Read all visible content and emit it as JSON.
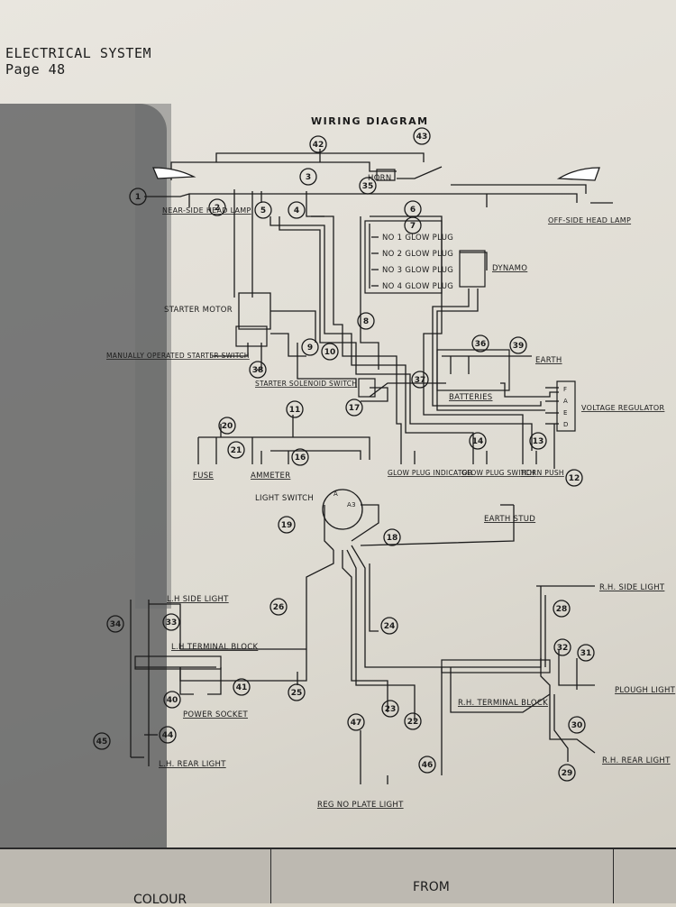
{
  "header": {
    "section": "ELECTRICAL SYSTEM",
    "page": "Page 48"
  },
  "diagram": {
    "title": "WIRING DIAGRAM",
    "labels": {
      "horn": "HORN",
      "near_side_head_lamp": "NEAR-SIDE HEAD LAMP",
      "off_side_head_lamp": "OFF-SIDE HEAD LAMP",
      "glow_plug_1": "NO 1 GLOW PLUG",
      "glow_plug_2": "NO 2 GLOW PLUG",
      "glow_plug_3": "NO 3 GLOW PLUG",
      "glow_plug_4": "NO 4 GLOW PLUG",
      "dynamo": "DYNAMO",
      "starter_motor": "STARTER MOTOR",
      "manually_operated_starter_switch": "MANUALLY OPERATED STARTER SWITCH",
      "starter_solenoid_switch": "STARTER SOLENOID SWITCH",
      "batteries": "BATTERIES",
      "earth": "EARTH",
      "voltage_regulator": "VOLTAGE REGULATOR",
      "fuse": "FUSE",
      "ammeter": "AMMETER",
      "glow_plug_indicator": "GLOW PLUG INDICATOR",
      "glow_plug_switch": "GLOW PLUG SWITCH",
      "horn_push": "HORN PUSH",
      "light_switch": "LIGHT SWITCH",
      "earth_stud": "EARTH STUD",
      "lh_side_light": "L.H SIDE LIGHT",
      "lh_terminal_block": "L.H TERMINAL BLOCK",
      "power_socket": "POWER SOCKET",
      "lh_rear_light": "L.H. REAR LIGHT",
      "rh_side_light": "R.H. SIDE LIGHT",
      "plough_light": "PLOUGH LIGHT",
      "rh_terminal_block": "R.H. TERMINAL BLOCK",
      "rh_rear_light": "R.H. REAR LIGHT",
      "reg_no_plate_light": "REG NO PLATE LIGHT"
    },
    "callouts": [
      "1",
      "2",
      "3",
      "4",
      "5",
      "6",
      "7",
      "8",
      "9",
      "10",
      "11",
      "12",
      "13",
      "14",
      "16",
      "17",
      "18",
      "19",
      "20",
      "21",
      "22",
      "23",
      "24",
      "25",
      "26",
      "28",
      "29",
      "30",
      "31",
      "32",
      "33",
      "34",
      "35",
      "36",
      "37",
      "38",
      "39",
      "40",
      "41",
      "42",
      "43",
      "44",
      "45",
      "46",
      "47"
    ],
    "regulator_terminals": [
      "F",
      "A",
      "E",
      "D"
    ],
    "switch_terminals": [
      "A",
      "A3"
    ]
  },
  "footer": {
    "col1": "COLOUR",
    "col2": "FROM"
  }
}
